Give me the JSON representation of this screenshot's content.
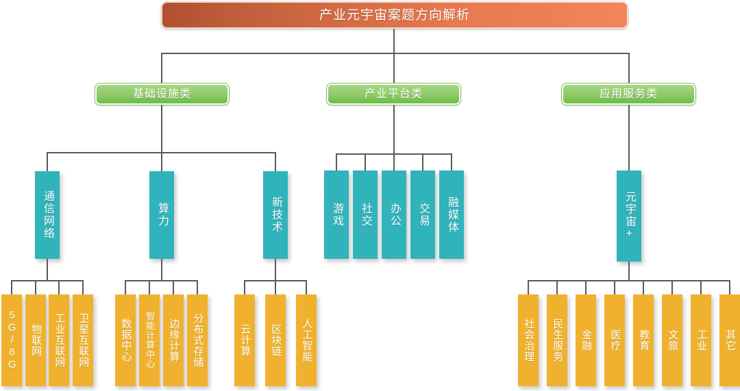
{
  "diagram": {
    "title": "产业元宇宙案题方向解析",
    "colors": {
      "root_left": "#b0502f",
      "root_right": "#f2855a",
      "category_green_top": "#a6d582",
      "category_green_bottom": "#6cbc48",
      "teal": "#31b3bc",
      "amber": "#f0b22e",
      "connector": "#595959",
      "background": "#ffffff"
    },
    "categories": [
      {
        "label": "基础设施类",
        "groups": [
          {
            "label": "通信网络",
            "leaves": [
              "5G/6G",
              "物联网",
              "工业互联网",
              "卫星互联网"
            ]
          },
          {
            "label": "算力",
            "leaves": [
              "数据中心",
              "智能计算中心",
              "边缘计算",
              "分布式存储"
            ]
          },
          {
            "label": "新技术",
            "leaves": [
              "云计算",
              "区块链",
              "人工智能"
            ]
          }
        ]
      },
      {
        "label": "产业平台类",
        "groups": [
          {
            "label": "游戏",
            "leaves": []
          },
          {
            "label": "社交",
            "leaves": []
          },
          {
            "label": "办公",
            "leaves": []
          },
          {
            "label": "交易",
            "leaves": []
          },
          {
            "label": "融媒体",
            "leaves": []
          }
        ]
      },
      {
        "label": "应用服务类",
        "groups": [
          {
            "label": "元宇宙+",
            "leaves": [
              "社会治理",
              "民生服务",
              "金融",
              "医疗",
              "教育",
              "文旅",
              "工业",
              "其它"
            ]
          }
        ]
      }
    ]
  }
}
